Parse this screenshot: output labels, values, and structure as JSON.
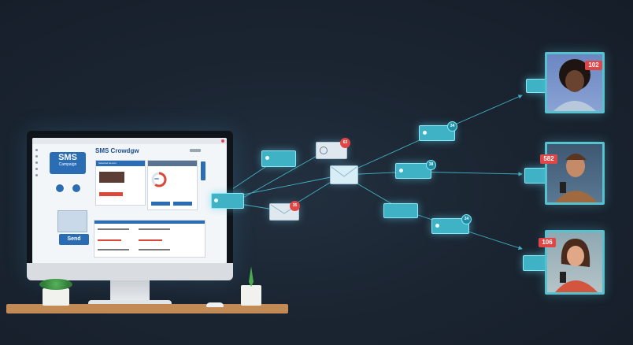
{
  "screen": {
    "app_title": "SMS Crowdgw",
    "sms_card": {
      "line1": "SMS",
      "line2": "Campaign"
    },
    "send_button": "Send",
    "panel_header": "Seleicied Hennel",
    "gauge_value": "3ME"
  },
  "badges": {
    "envelope_top": "63",
    "envelope_bottom": "35",
    "node_1": "34",
    "node_2": "38",
    "node_3": "34"
  },
  "recipients": [
    {
      "count": "102"
    },
    {
      "count": "582"
    },
    {
      "count": "106"
    }
  ],
  "colors": {
    "background": "#1b2532",
    "glow_teal": "#3fb2c6",
    "brand_blue": "#2a6db5",
    "alert_red": "#e04646",
    "desk_wood": "#c28b55"
  },
  "icons": [
    "envelope-icon",
    "check-icon",
    "avatar-icon",
    "chat-bubble-icon"
  ]
}
